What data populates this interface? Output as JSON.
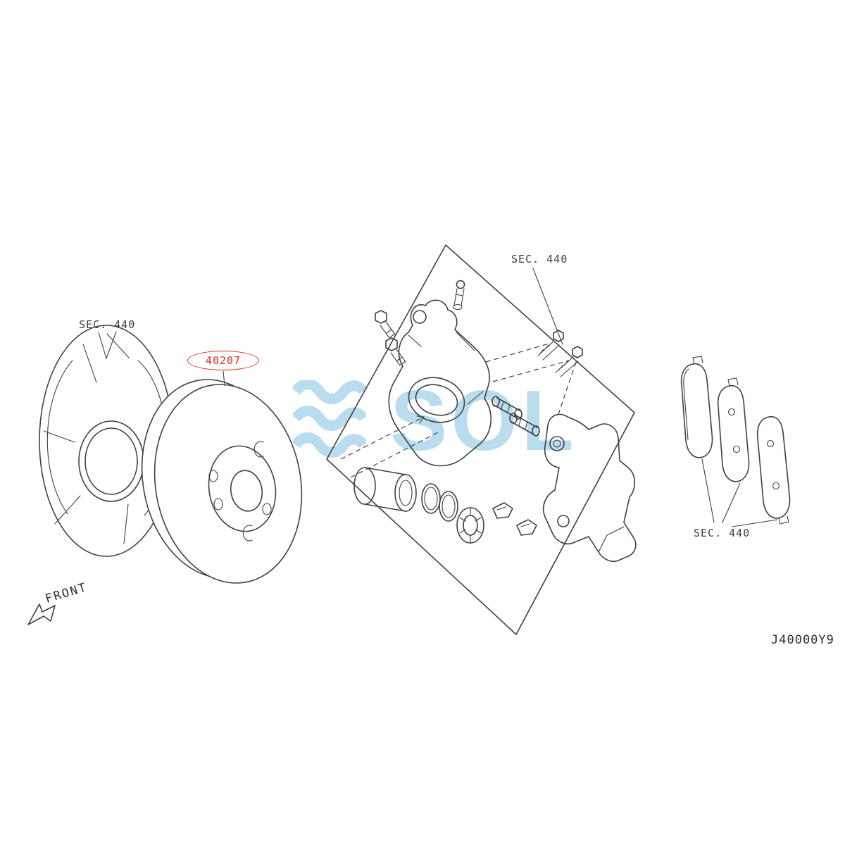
{
  "diagram": {
    "section_labels": {
      "shield": "SEC. 440",
      "caliper": "SEC. 440",
      "pads": "SEC. 440"
    },
    "part_callout": {
      "number": "40207"
    },
    "front_label": "FRONT",
    "drawing_code": "J40000Y9",
    "watermark": {
      "text": "SOL"
    },
    "colors": {
      "line": "#404040",
      "callout_red": "#d93025",
      "watermark_blue": "#b9ddee"
    }
  }
}
